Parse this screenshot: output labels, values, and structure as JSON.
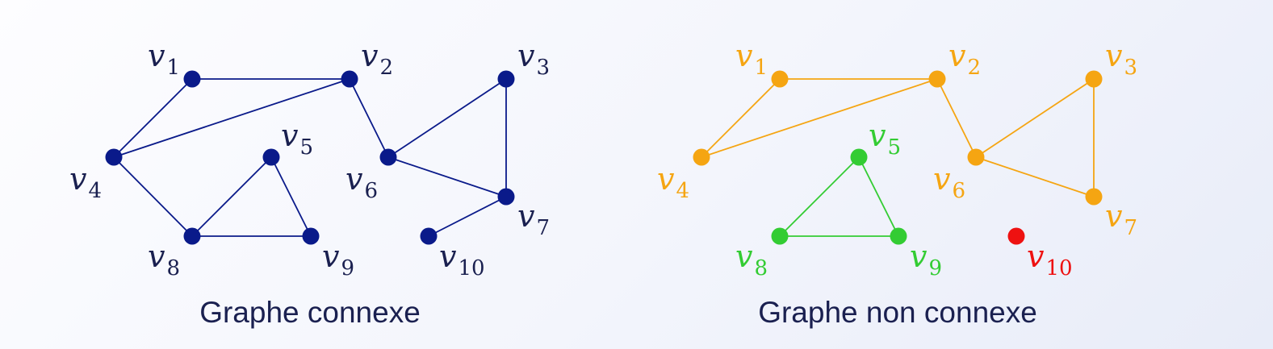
{
  "graphs": [
    {
      "caption": "Graphe connexe",
      "nodes": [
        {
          "id": "v1",
          "base": "v",
          "sub": "1",
          "color": "#0a1a8a"
        },
        {
          "id": "v2",
          "base": "v",
          "sub": "2",
          "color": "#0a1a8a"
        },
        {
          "id": "v3",
          "base": "v",
          "sub": "3",
          "color": "#0a1a8a"
        },
        {
          "id": "v4",
          "base": "v",
          "sub": "4",
          "color": "#0a1a8a"
        },
        {
          "id": "v5",
          "base": "v",
          "sub": "5",
          "color": "#0a1a8a"
        },
        {
          "id": "v6",
          "base": "v",
          "sub": "6",
          "color": "#0a1a8a"
        },
        {
          "id": "v7",
          "base": "v",
          "sub": "7",
          "color": "#0a1a8a"
        },
        {
          "id": "v8",
          "base": "v",
          "sub": "8",
          "color": "#0a1a8a"
        },
        {
          "id": "v9",
          "base": "v",
          "sub": "9",
          "color": "#0a1a8a"
        },
        {
          "id": "v10",
          "base": "v",
          "sub": "10",
          "color": "#0a1a8a"
        }
      ],
      "edges": [
        {
          "from": "v1",
          "to": "v2",
          "color": "#0a1a8a"
        },
        {
          "from": "v1",
          "to": "v4",
          "color": "#0a1a8a"
        },
        {
          "from": "v2",
          "to": "v4",
          "color": "#0a1a8a"
        },
        {
          "from": "v2",
          "to": "v6",
          "color": "#0a1a8a"
        },
        {
          "from": "v6",
          "to": "v3",
          "color": "#0a1a8a"
        },
        {
          "from": "v3",
          "to": "v7",
          "color": "#0a1a8a"
        },
        {
          "from": "v6",
          "to": "v7",
          "color": "#0a1a8a"
        },
        {
          "from": "v4",
          "to": "v8",
          "color": "#0a1a8a"
        },
        {
          "from": "v8",
          "to": "v5",
          "color": "#0a1a8a"
        },
        {
          "from": "v5",
          "to": "v9",
          "color": "#0a1a8a"
        },
        {
          "from": "v8",
          "to": "v9",
          "color": "#0a1a8a"
        },
        {
          "from": "v10",
          "to": "v7",
          "color": "#0a1a8a"
        }
      ],
      "label_color": "#1a2050",
      "caption_color": "#1a2050"
    },
    {
      "caption": "Graphe non connexe",
      "nodes": [
        {
          "id": "v1",
          "base": "v",
          "sub": "1",
          "color": "#f5a512"
        },
        {
          "id": "v2",
          "base": "v",
          "sub": "2",
          "color": "#f5a512"
        },
        {
          "id": "v3",
          "base": "v",
          "sub": "3",
          "color": "#f5a512"
        },
        {
          "id": "v4",
          "base": "v",
          "sub": "4",
          "color": "#f5a512"
        },
        {
          "id": "v5",
          "base": "v",
          "sub": "5",
          "color": "#33cc33"
        },
        {
          "id": "v6",
          "base": "v",
          "sub": "6",
          "color": "#f5a512"
        },
        {
          "id": "v7",
          "base": "v",
          "sub": "7",
          "color": "#f5a512"
        },
        {
          "id": "v8",
          "base": "v",
          "sub": "8",
          "color": "#33cc33"
        },
        {
          "id": "v9",
          "base": "v",
          "sub": "9",
          "color": "#33cc33"
        },
        {
          "id": "v10",
          "base": "v",
          "sub": "10",
          "color": "#ee1111"
        }
      ],
      "edges": [
        {
          "from": "v1",
          "to": "v2",
          "color": "#f5a512"
        },
        {
          "from": "v1",
          "to": "v4",
          "color": "#f5a512"
        },
        {
          "from": "v2",
          "to": "v4",
          "color": "#f5a512"
        },
        {
          "from": "v2",
          "to": "v6",
          "color": "#f5a512"
        },
        {
          "from": "v6",
          "to": "v3",
          "color": "#f5a512"
        },
        {
          "from": "v3",
          "to": "v7",
          "color": "#f5a512"
        },
        {
          "from": "v6",
          "to": "v7",
          "color": "#f5a512"
        },
        {
          "from": "v8",
          "to": "v5",
          "color": "#33cc33"
        },
        {
          "from": "v5",
          "to": "v9",
          "color": "#33cc33"
        },
        {
          "from": "v8",
          "to": "v9",
          "color": "#33cc33"
        }
      ],
      "label_color": null,
      "caption_color": "#1a2050"
    }
  ]
}
